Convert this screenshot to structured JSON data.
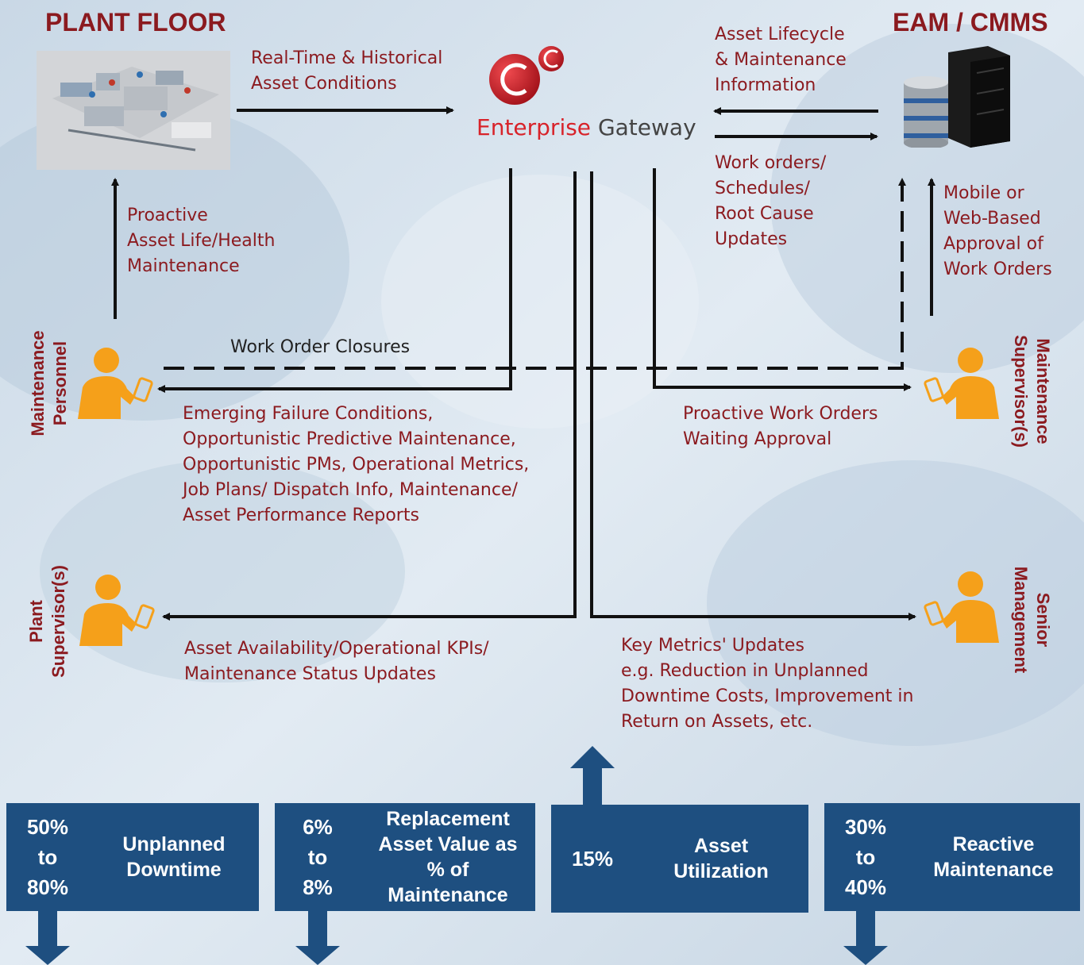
{
  "headings": {
    "plant_floor": "PLANT FLOOR",
    "eam_cmms": "EAM / CMMS"
  },
  "gateway": {
    "name_part1": "Enterprise",
    "name_part2": "Gateway"
  },
  "flows": {
    "real_time": [
      "Real-Time & Historical",
      "Asset Conditions"
    ],
    "asset_lifecycle": [
      "Asset Lifecycle",
      "& Maintenance",
      "Information"
    ],
    "work_orders": [
      "Work orders/",
      "Schedules/",
      "Root Cause",
      "Updates"
    ],
    "proactive_asset": [
      "Proactive",
      "Asset Life/Health",
      "Maintenance"
    ],
    "mobile_approval": [
      "Mobile or",
      "Web-Based",
      "Approval of",
      "Work Orders"
    ],
    "work_order_closures": "Work Order Closures",
    "emerging": [
      "Emerging Failure Conditions,",
      "Opportunistic Predictive Maintenance,",
      "Opportunistic PMs, Operational Metrics,",
      "Job Plans/ Dispatch Info, Maintenance/",
      "Asset Performance Reports"
    ],
    "proactive_wo": [
      "Proactive Work Orders",
      "Waiting Approval"
    ],
    "asset_availability": [
      "Asset Availability/Operational KPIs/",
      "Maintenance Status Updates"
    ],
    "key_metrics": [
      "Key Metrics' Updates",
      "e.g. Reduction in Unplanned",
      "Downtime Costs, Improvement in",
      "Return on Assets, etc."
    ]
  },
  "roles": {
    "maintenance_personnel": [
      "Maintenance",
      "Personnel"
    ],
    "maintenance_supervisors": [
      "Maintenance",
      "Supervisor(s)"
    ],
    "plant_supervisors": [
      "Plant",
      "Supervisor(s)"
    ],
    "senior_management": [
      "Senior",
      "Management"
    ]
  },
  "metrics": [
    {
      "value": [
        "50%",
        "to",
        "80%"
      ],
      "title": [
        "Unplanned",
        "Downtime"
      ],
      "direction": "down"
    },
    {
      "value": [
        "6%",
        "to",
        "8%"
      ],
      "title": [
        "Replacement",
        "Asset Value as",
        "% of",
        "Maintenance"
      ],
      "direction": "down"
    },
    {
      "value": [
        "15%"
      ],
      "title": [
        "Asset",
        "Utilization"
      ],
      "direction": "up"
    },
    {
      "value": [
        "30%",
        "to",
        "40%"
      ],
      "title": [
        "Reactive",
        "Maintenance"
      ],
      "direction": "down"
    }
  ],
  "colors": {
    "accent_red": "#8b1a1f",
    "box_blue": "#1e4f80",
    "person_orange": "#f5a01a"
  },
  "icons": [
    "plant-machinery-image",
    "server-database-icon",
    "enterprise-gateway-logo",
    "person-phone-icon"
  ]
}
